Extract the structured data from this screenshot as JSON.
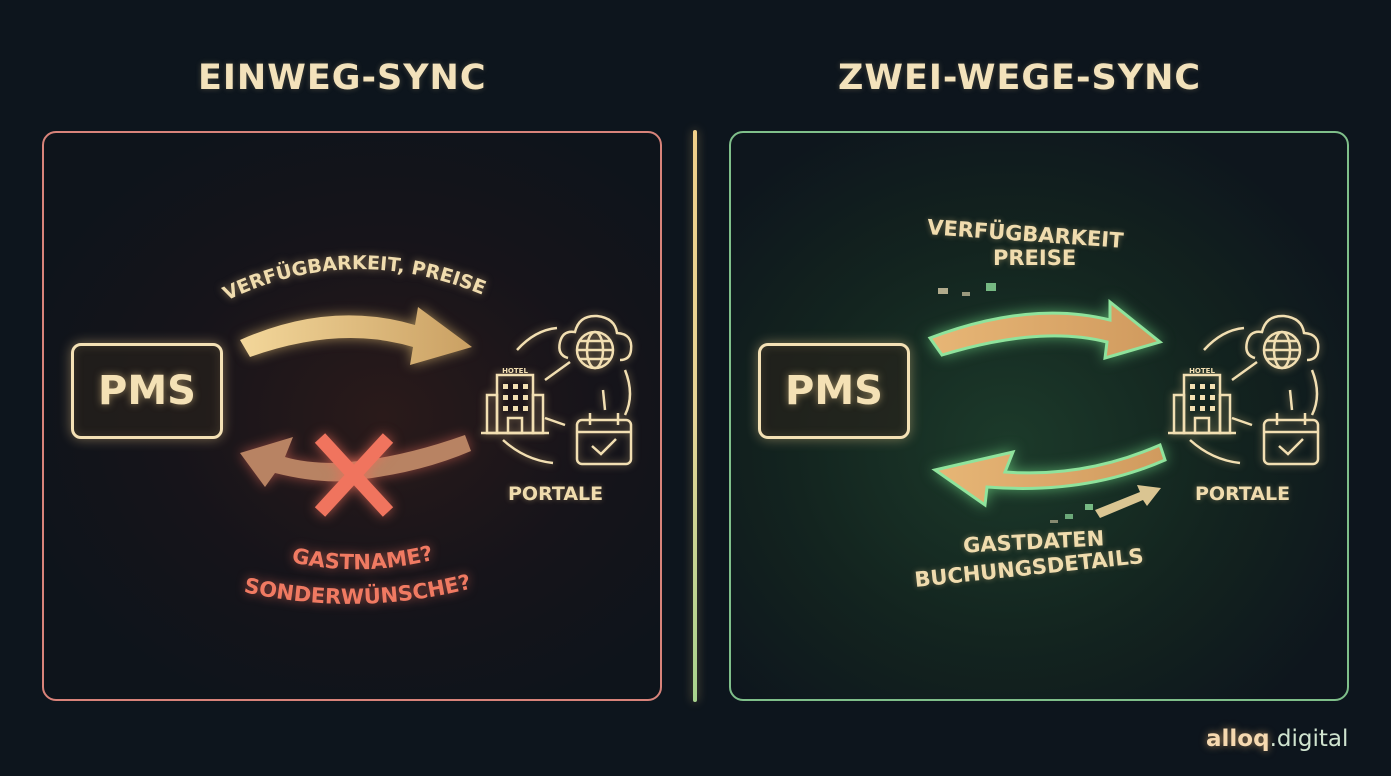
{
  "left": {
    "title": "EINWEG-SYNC",
    "pms_label": "PMS",
    "top_arrow_label": "VERFÜGBARKEIT, PREISE",
    "blocked_labels": [
      "GASTNAME?",
      "SONDERWÜNSCHE?"
    ],
    "portal_label": "PORTALE",
    "hotel_sign": "HOTEL",
    "border_color": "#d8837a",
    "blocked_color": "#f07a62"
  },
  "right": {
    "title": "ZWEI-WEGE-SYNC",
    "pms_label": "PMS",
    "top_arrow_label_lines": [
      "VERFÜGBARKEIT",
      "PREISE"
    ],
    "bottom_arrow_label_lines": [
      "GASTDATEN",
      "BUCHUNGSDETAILS"
    ],
    "portal_label": "PORTALE",
    "hotel_sign": "HOTEL",
    "border_color": "#7fbf8a"
  },
  "divider": {
    "top_color": "#f1d08a",
    "bottom_color": "#a7d38e"
  },
  "brand": {
    "name_bold": "alloq",
    "name_rest": ".digital"
  },
  "icons": [
    "pms-box",
    "hotel-icon",
    "cloud-globe-icon",
    "calendar-check-icon",
    "arrow-right-icon",
    "arrow-left-icon",
    "cross-icon"
  ]
}
